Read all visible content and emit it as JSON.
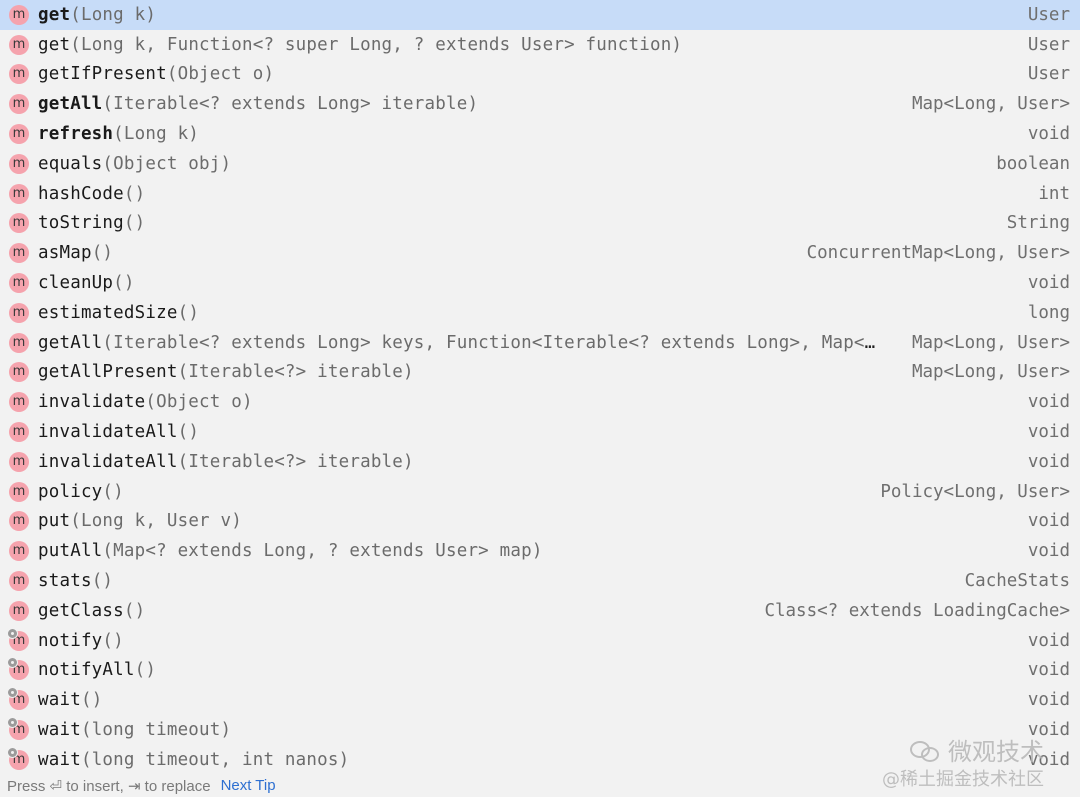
{
  "items": [
    {
      "name": "get",
      "params": "(Long k)",
      "ret": "User",
      "bold": true,
      "selected": true,
      "inherited": false
    },
    {
      "name": "get",
      "params": "(Long k, Function<? super Long, ? extends User> function)",
      "ret": "User",
      "bold": false,
      "selected": false,
      "inherited": false
    },
    {
      "name": "getIfPresent",
      "params": "(Object o)",
      "ret": "User",
      "bold": false,
      "selected": false,
      "inherited": false
    },
    {
      "name": "getAll",
      "params": "(Iterable<? extends Long> iterable)",
      "ret": "Map<Long, User>",
      "bold": true,
      "selected": false,
      "inherited": false
    },
    {
      "name": "refresh",
      "params": "(Long k)",
      "ret": "void",
      "bold": true,
      "selected": false,
      "inherited": false
    },
    {
      "name": "equals",
      "params": "(Object obj)",
      "ret": "boolean",
      "bold": false,
      "selected": false,
      "inherited": false
    },
    {
      "name": "hashCode",
      "params": "()",
      "ret": "int",
      "bold": false,
      "selected": false,
      "inherited": false
    },
    {
      "name": "toString",
      "params": "()",
      "ret": "String",
      "bold": false,
      "selected": false,
      "inherited": false
    },
    {
      "name": "asMap",
      "params": "()",
      "ret": "ConcurrentMap<Long, User>",
      "bold": false,
      "selected": false,
      "inherited": false
    },
    {
      "name": "cleanUp",
      "params": "()",
      "ret": "void",
      "bold": false,
      "selected": false,
      "inherited": false
    },
    {
      "name": "estimatedSize",
      "params": "()",
      "ret": "long",
      "bold": false,
      "selected": false,
      "inherited": false
    },
    {
      "name": "getAll",
      "params": "(Iterable<? extends Long> keys, Function<Iterable<? extends Long>, Map<Lon…",
      "ret": "Map<Long, User>",
      "bold": false,
      "selected": false,
      "inherited": false
    },
    {
      "name": "getAllPresent",
      "params": "(Iterable<?> iterable)",
      "ret": "Map<Long, User>",
      "bold": false,
      "selected": false,
      "inherited": false
    },
    {
      "name": "invalidate",
      "params": "(Object o)",
      "ret": "void",
      "bold": false,
      "selected": false,
      "inherited": false
    },
    {
      "name": "invalidateAll",
      "params": "()",
      "ret": "void",
      "bold": false,
      "selected": false,
      "inherited": false
    },
    {
      "name": "invalidateAll",
      "params": "(Iterable<?> iterable)",
      "ret": "void",
      "bold": false,
      "selected": false,
      "inherited": false
    },
    {
      "name": "policy",
      "params": "()",
      "ret": "Policy<Long, User>",
      "bold": false,
      "selected": false,
      "inherited": false
    },
    {
      "name": "put",
      "params": "(Long k, User v)",
      "ret": "void",
      "bold": false,
      "selected": false,
      "inherited": false
    },
    {
      "name": "putAll",
      "params": "(Map<? extends Long, ? extends User> map)",
      "ret": "void",
      "bold": false,
      "selected": false,
      "inherited": false
    },
    {
      "name": "stats",
      "params": "()",
      "ret": "CacheStats",
      "bold": false,
      "selected": false,
      "inherited": false
    },
    {
      "name": "getClass",
      "params": "()",
      "ret": "Class<? extends LoadingCache>",
      "bold": false,
      "selected": false,
      "inherited": false
    },
    {
      "name": "notify",
      "params": "()",
      "ret": "void",
      "bold": false,
      "selected": false,
      "inherited": true
    },
    {
      "name": "notifyAll",
      "params": "()",
      "ret": "void",
      "bold": false,
      "selected": false,
      "inherited": true
    },
    {
      "name": "wait",
      "params": "()",
      "ret": "void",
      "bold": false,
      "selected": false,
      "inherited": true
    },
    {
      "name": "wait",
      "params": "(long timeout)",
      "ret": "void",
      "bold": false,
      "selected": false,
      "inherited": true
    },
    {
      "name": "wait",
      "params": "(long timeout, int nanos)",
      "ret": "void",
      "bold": false,
      "selected": false,
      "inherited": true
    }
  ],
  "icon_letter": "m",
  "footer": {
    "hint": "Press ⏎ to insert, ⇥ to replace",
    "next_tip": "Next Tip"
  },
  "watermark": {
    "title": "微观技术",
    "subtitle": "@稀土掘金技术社区"
  },
  "colors": {
    "selected_row": "#c7dcf8",
    "method_icon": "#f5a3ad",
    "link": "#2d6fd1"
  }
}
